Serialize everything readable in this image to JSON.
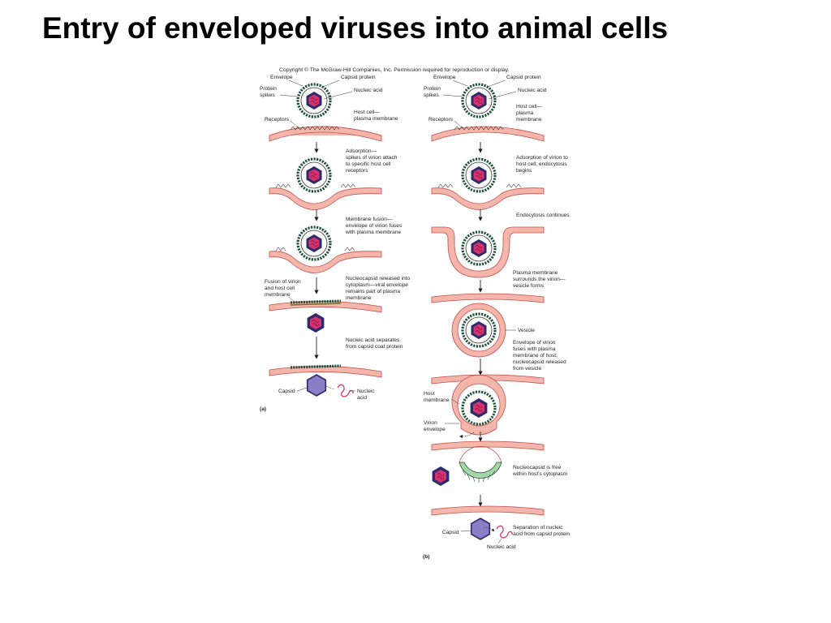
{
  "title": "Entry of enveloped viruses into animal cells",
  "copyright": "Copyright © The McGraw-Hill Companies, Inc. Permission required for reproduction or display.",
  "colors": {
    "membrane": "#f4b6aa",
    "membrane_edge": "#c0504d",
    "spike": "#1e4f38",
    "capsid_fill": "#2d2a6e",
    "nucleic": "#d7336f",
    "green": "#a6d6a6"
  },
  "panel_a": {
    "tag": "(a)",
    "envelope": "Envelope",
    "capsid_protein": "Capsid protein",
    "protein_spikes_1": "Protein",
    "protein_spikes_2": "spikes",
    "nucleic_acid": "Nucleic acid",
    "host_cell_1": "Host cell—",
    "host_cell_2": "plasma membrane",
    "receptors": "Receptors",
    "adsorption_1": "Adsorption—",
    "adsorption_2": "spikes of virion attach",
    "adsorption_3": "to specific host cell",
    "adsorption_4": "receptors",
    "fusion_1": "Membrane fusion—",
    "fusion_2": "envelope of virion fuses",
    "fusion_3": "with plasma membrane",
    "fusion_left_1": "Fusion of virion",
    "fusion_left_2": "and host cell",
    "fusion_left_3": "membrane",
    "released_1": "Nucleocapsid released into",
    "released_2": "cytoplasm—viral envelope",
    "released_3": "remains part of plasma",
    "released_4": "membrane",
    "separates_1": "Nucleic acid separates",
    "separates_2": "from capsid coat protein",
    "capsid": "Capsid",
    "nucleic_1": "Nucleic",
    "nucleic_2": "acid"
  },
  "panel_b": {
    "tag": "(b)",
    "envelope": "Envelope",
    "capsid_protein": "Capsid protein",
    "protein_spikes_1": "Protein",
    "protein_spikes_2": "spikes",
    "nucleic_acid": "Nucleic acid",
    "host_cell_1": "Host cell—",
    "host_cell_2": "plasma",
    "host_cell_3": "membrane",
    "receptors": "Receptors",
    "adsorption_1": "Adsorption of virion to",
    "adsorption_2": "host cell; endocytosis",
    "adsorption_3": "begins",
    "endocytosis": "Endocytosis continues",
    "surrounds_1": "Plasma membrane",
    "surrounds_2": "surrounds the virion—",
    "surrounds_3": "vesicle forms",
    "vesicle": "Vesicle",
    "env_fuses_1": "Envelope of virion",
    "env_fuses_2": "fuses with plasma",
    "env_fuses_3": "membrane of host;",
    "env_fuses_4": "nucleocapsid released",
    "env_fuses_5": "from vesicle",
    "host_membrane_1": "Host",
    "host_membrane_2": "membrane",
    "virion_env_1": "Virion",
    "virion_env_2": "envelope",
    "free_1": "Nucleocapsid is free",
    "free_2": "within host's cytoplasm",
    "capsid": "Capsid",
    "separation_1": "Separation of nucleic",
    "separation_2": "acid from capsid protein",
    "nucleic_bottom": "Nucleic acid"
  }
}
